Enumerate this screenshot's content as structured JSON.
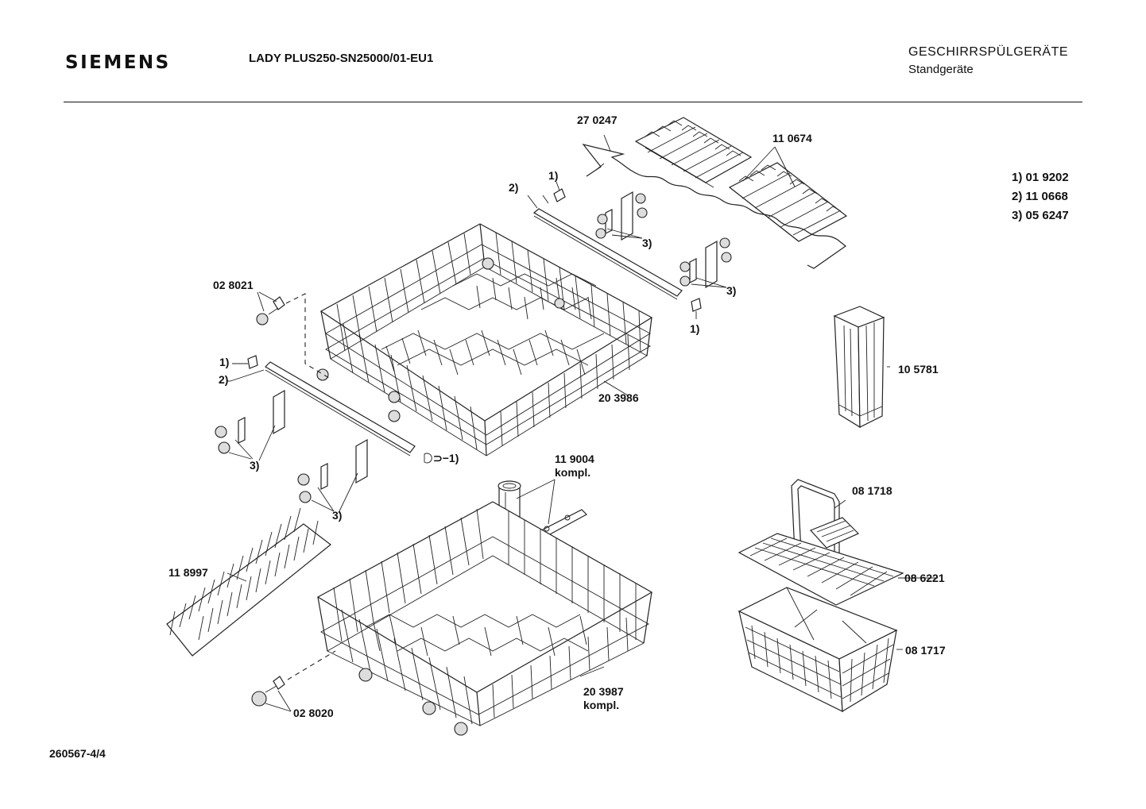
{
  "header": {
    "brand": "SIEMENS",
    "model": "LADY PLUS250-SN25000/01-EU1",
    "category": "GESCHIRRSPÜLGERÄTE",
    "subcategory": "Standgeräte"
  },
  "footer": {
    "doc_number": "260567-4/4"
  },
  "legend": [
    "1) 01 9202",
    "2) 11 0668",
    "3) 05 6247"
  ],
  "labels": {
    "wire": "27 0247",
    "tine_rows": "11 0674",
    "clip_1_top": "1)",
    "rail_2_top": "2)",
    "bracket_3_top": "3)",
    "bracket_3_right": "3)",
    "clip_1_right": "1)",
    "roller_upper": "02 8021",
    "clip_1_left": "1)",
    "rail_2_left": "2)",
    "bracket_3_left": "3)",
    "clip_1_rail_end": "⊃−1)",
    "bracket_3_lower": "3)",
    "upper_basket": "20 3986",
    "spray_arm": "11 9004",
    "spray_arm_note": "kompl.",
    "insert": "11 8997",
    "lower_basket": "20 3987",
    "lower_basket_note": "kompl.",
    "roller_lower": "02 8020",
    "container": "10 5781",
    "handle": "08 1718",
    "cover": "08 6221",
    "cutlery_basket": "08 1717"
  }
}
